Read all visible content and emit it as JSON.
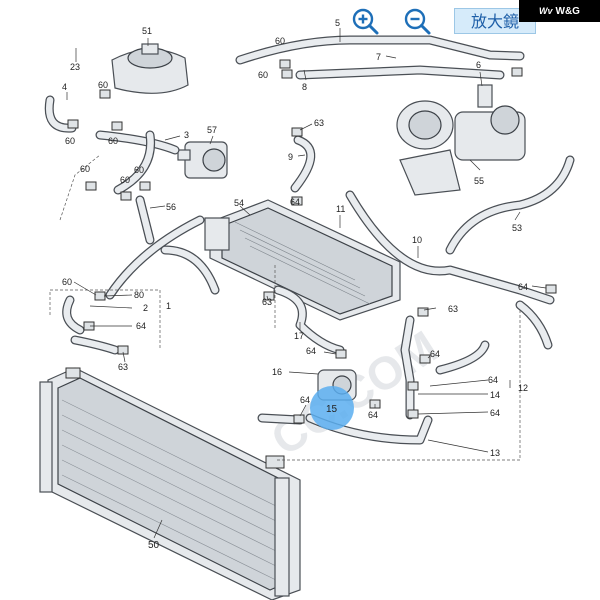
{
  "toolbar": {
    "zoom_in_icon": "zoom-in-icon",
    "zoom_out_icon": "zoom-out-icon",
    "zoom_label": "放大鏡",
    "accent": "#1e6fb8"
  },
  "brand": {
    "mark": "Wv",
    "name": "W&G"
  },
  "watermark": "CC.COM",
  "highlight_color": "#5aaef0",
  "callouts": {
    "c51": "51",
    "c23": "23",
    "c4": "4",
    "c60a": "60",
    "c60b": "60",
    "c60c": "60",
    "c60d": "60",
    "c60e": "60",
    "c60f": "60",
    "c60g": "60",
    "c60h": "60",
    "c60i": "60",
    "c3": "3",
    "c57": "57",
    "c56": "56",
    "c5": "5",
    "c7": "7",
    "c8": "8",
    "c6": "6",
    "c63a": "63",
    "c9": "9",
    "c55": "55",
    "c54": "54",
    "c11": "11",
    "c10": "10",
    "c53": "53",
    "c64a": "64",
    "c63b": "63",
    "c2": "2",
    "c80": "80",
    "c1": "1",
    "c64b": "64",
    "c63c": "63",
    "c17": "17",
    "c64c": "64",
    "c63d": "63",
    "c16": "16",
    "c15": "15",
    "c64d": "64",
    "c64e": "64",
    "c64f": "64",
    "c12": "12",
    "c14": "14",
    "c64g": "64",
    "c64h": "64",
    "c13": "13",
    "c50": "50"
  }
}
